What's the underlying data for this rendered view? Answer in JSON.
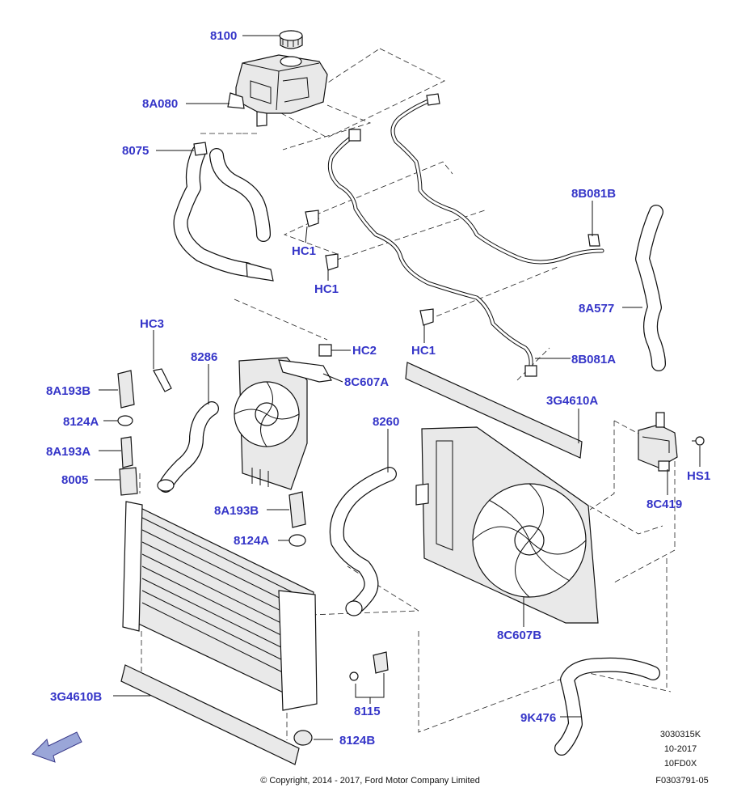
{
  "colors": {
    "label": "#3535c8",
    "line": "#111111",
    "arrow": "#9aa6d8"
  },
  "labels": {
    "p8100": "8100",
    "p8A080": "8A080",
    "p8075": "8075",
    "p8B081B": "8B081B",
    "p8A577": "8A577",
    "pHC1_a": "HC1",
    "pHC1_b": "HC1",
    "pHC1_c": "HC1",
    "p8B081A": "8B081A",
    "pHC3": "HC3",
    "pHC2": "HC2",
    "p8286": "8286",
    "p8C607A": "8C607A",
    "p8A193B_a": "8A193B",
    "p8124A_a": "8124A",
    "p8A193A": "8A193A",
    "p8005": "8005",
    "p8260": "8260",
    "p3G4610A": "3G4610A",
    "pHS1": "HS1",
    "p8C419": "8C419",
    "p8A193B_b": "8A193B",
    "p8124A_b": "8124A",
    "p8C607B": "8C607B",
    "p3G4610B": "3G4610B",
    "p8115": "8115",
    "p9K476": "9K476",
    "p8124B": "8124B"
  },
  "footer": {
    "copyright": "© Copyright, 2014 - 2017, Ford Motor Company Limited",
    "code1": "3030315K",
    "code2": "10-2017",
    "code3": "10FD0X",
    "code4": "F0303791-05"
  },
  "icons": {
    "front_arrow": "front-direction-arrow-icon"
  }
}
